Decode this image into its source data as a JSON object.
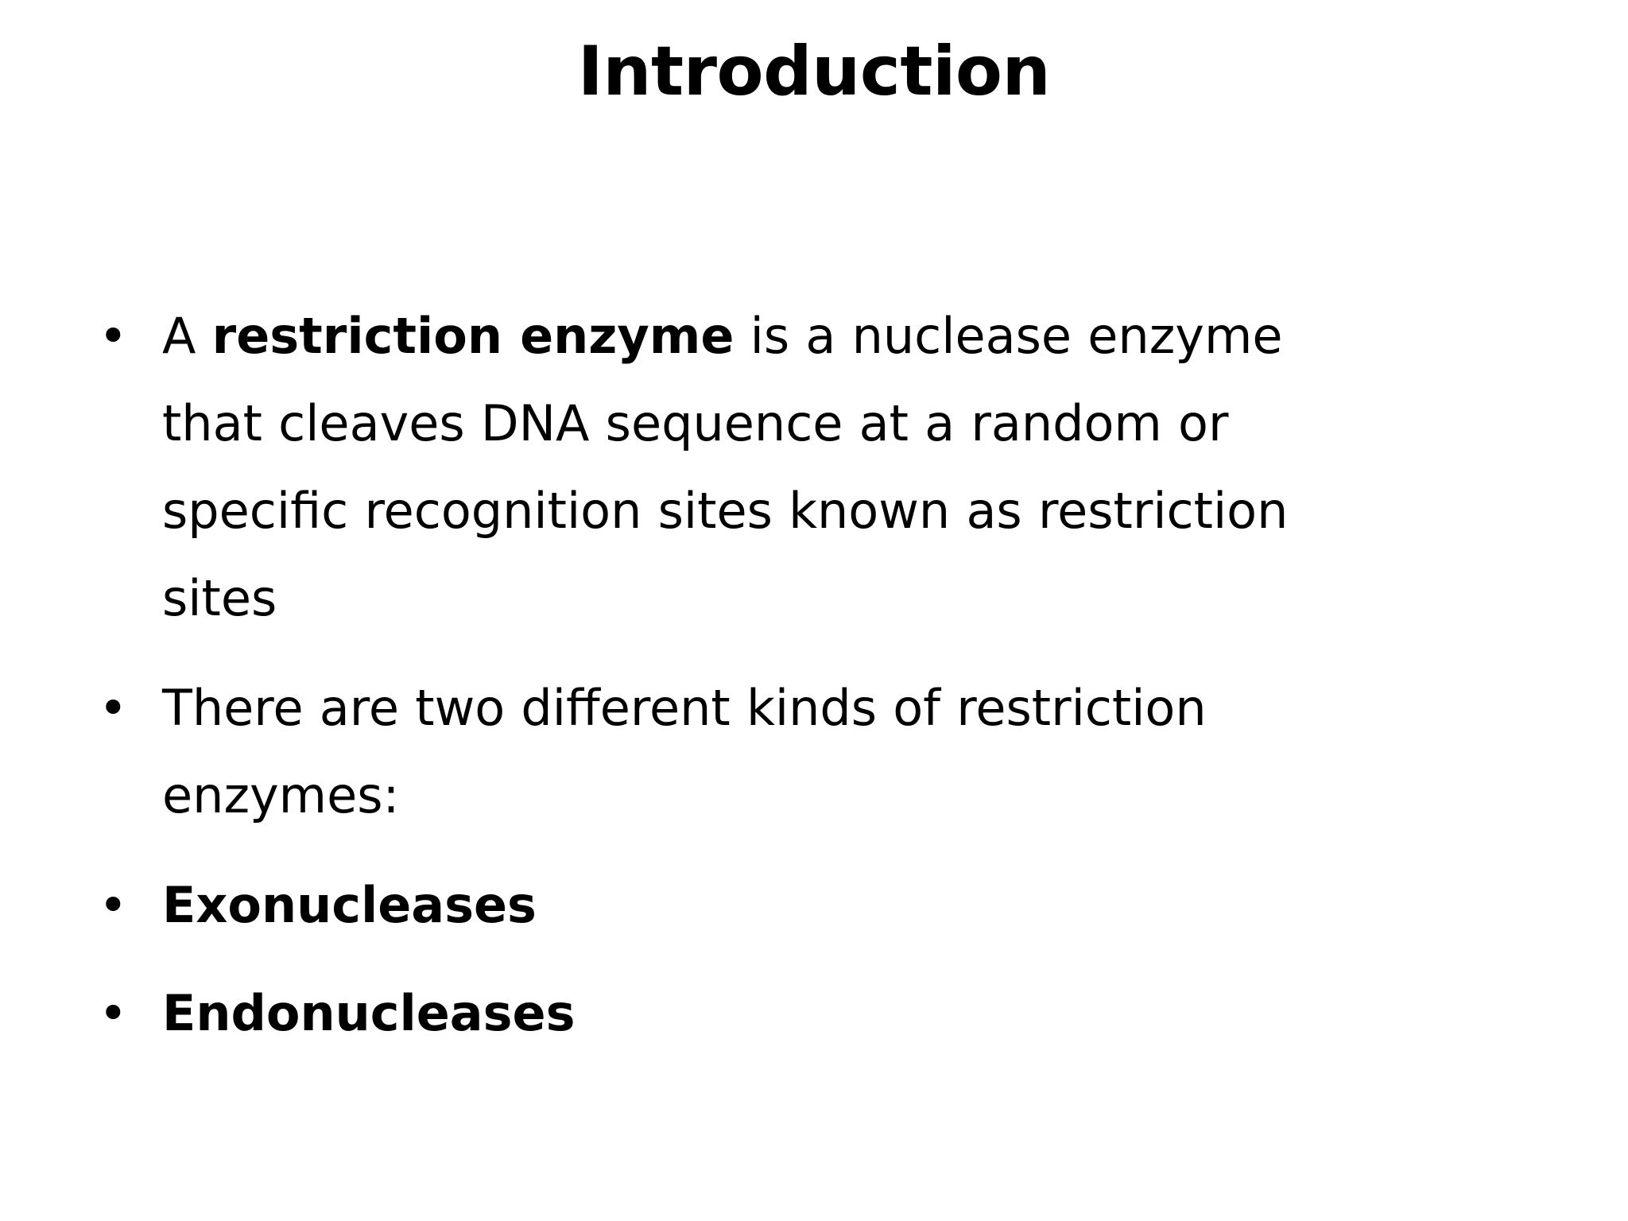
{
  "slide": {
    "background_color": "#ffffff",
    "text_color": "#000000",
    "title": "Introduction",
    "bullet_marker": "•",
    "bullets": [
      {
        "id": "bullet-restriction-enzyme",
        "bold": false,
        "plain_text": "A restriction enzyme is a nuclease enzyme that cleaves DNA sequence at a random or specific recognition sites known as restriction sites",
        "lines": [
          {
            "segments": [
              {
                "text": "A ",
                "bold": false
              },
              {
                "text": "restriction enzyme",
                "bold": true
              },
              {
                "text": " is a nuclease enzyme",
                "bold": false
              }
            ]
          },
          {
            "segments": [
              {
                "text": "that cleaves DNA sequence at a random or",
                "bold": false
              }
            ]
          },
          {
            "segments": [
              {
                "text": "specific recognition sites known as restriction",
                "bold": false
              }
            ]
          },
          {
            "segments": [
              {
                "text": "sites",
                "bold": false
              }
            ]
          }
        ]
      },
      {
        "id": "bullet-two-kinds",
        "bold": false,
        "plain_text": "There are two different kinds of restriction enzymes:",
        "lines": [
          {
            "segments": [
              {
                "text": "There are two different kinds of restriction",
                "bold": false
              }
            ]
          },
          {
            "segments": [
              {
                "text": "enzymes:",
                "bold": false
              }
            ]
          }
        ]
      },
      {
        "id": "bullet-exonucleases",
        "bold": true,
        "plain_text": "Exonucleases",
        "lines": [
          {
            "segments": [
              {
                "text": "Exonucleases",
                "bold": true
              }
            ]
          }
        ]
      },
      {
        "id": "bullet-endonucleases",
        "bold": true,
        "plain_text": "Endonucleases",
        "lines": [
          {
            "segments": [
              {
                "text": "Endonucleases",
                "bold": true
              }
            ]
          }
        ]
      }
    ]
  }
}
